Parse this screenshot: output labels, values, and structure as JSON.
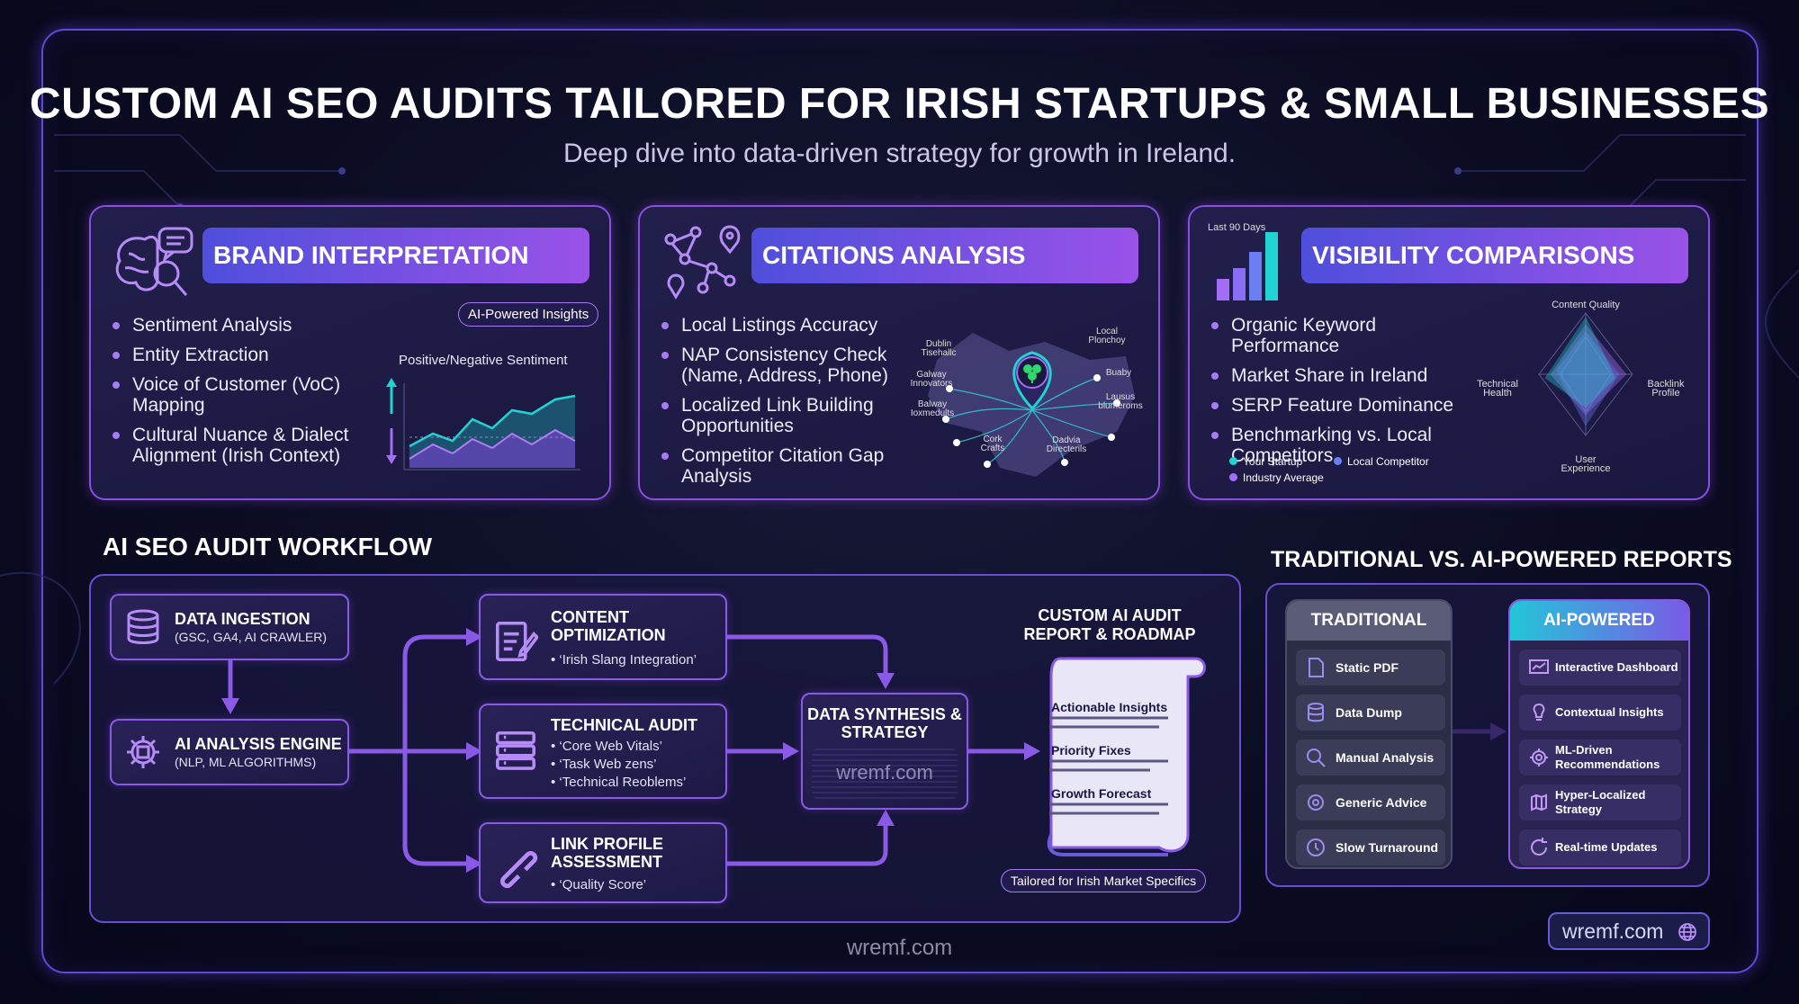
{
  "header": {
    "title": "CUSTOM AI SEO AUDITS TAILORED FOR IRISH STARTUPS & SMALL BUSINESSES",
    "subtitle": "Deep dive into data-driven strategy for growth in Ireland."
  },
  "brand": {
    "title": "BRAND INTERPRETATION",
    "bullets": [
      "Sentiment Analysis",
      "Entity Extraction",
      "Voice of Customer (VoC) Mapping",
      "Cultural Nuance & Dialect Alignment (Irish Context)"
    ],
    "pill": "AI-Powered Insights",
    "chart_label": "Positive/Negative Sentiment"
  },
  "citations": {
    "title": "CITATIONS ANALYSIS",
    "bullets": [
      "Local Listings Accuracy",
      "NAP Consistency Check (Name, Address, Phone)",
      "Localized Link Building Opportunities",
      "Competitor Citation Gap Analysis"
    ],
    "map_labels": [
      "Dublin Tisehallc",
      "Galway Innovators",
      "Balway Ioxmedults",
      "Cork Crafts",
      "Local Plonchoy",
      "Buaby",
      "Lausus blumeroms",
      "Dadvia Directerils"
    ]
  },
  "visibility": {
    "title": "VISIBILITY COMPARISONS",
    "bars_label": "Last 90 Days",
    "bullets": [
      "Organic Keyword Performance",
      "Market Share in Ireland",
      "SERP Feature Dominance",
      "Benchmarking vs. Local Competitors"
    ],
    "radar_axes": [
      "Content Quality",
      "Backlink Profile",
      "User Experience",
      "Technical Health"
    ],
    "legend": [
      "Your Startup",
      "Local Competitor",
      "Industry Average"
    ],
    "colors": {
      "startup": "#22d3d3",
      "competitor": "#6b7ff0",
      "industry": "#a36ef5"
    }
  },
  "workflow": {
    "title": "AI SEO AUDIT WORKFLOW",
    "ingest": {
      "title": "DATA INGESTION",
      "sub": "(GSC, GA4, AI CRAWLER)"
    },
    "engine": {
      "title": "AI ANALYSIS ENGINE",
      "sub": "(NLP, ML ALGORITHMS)"
    },
    "content": {
      "title": "CONTENT OPTIMIZATION",
      "items": [
        "• ‘Irish Slang Integration’"
      ]
    },
    "technical": {
      "title": "TECHNICAL AUDIT",
      "items": [
        "• ‘Core Web Vitals’",
        "• ‘Task Web zens’",
        "• ‘Technical Reoblems’"
      ]
    },
    "link": {
      "title": "LINK PROFILE ASSESSMENT",
      "items": [
        "• ‘Quality Score’"
      ]
    },
    "synthesis": {
      "title": "DATA SYNTHESIS & STRATEGY",
      "watermark": "wremf.com"
    },
    "report": {
      "title": "CUSTOM AI AUDIT REPORT & ROADMAP",
      "sections": [
        "Actionable Insights",
        "Priority Fixes",
        "Growth Forecast"
      ],
      "tag": "Tailored for Irish Market Specifics"
    }
  },
  "comparison": {
    "title": "TRADITIONAL VS. AI-POWERED REPORTS",
    "traditional": {
      "title": "TRADITIONAL",
      "items": [
        "Static PDF",
        "Data Dump",
        "Manual Analysis",
        "Generic Advice",
        "Slow Turnaround"
      ]
    },
    "ai": {
      "title": "AI-POWERED",
      "items": [
        "Interactive Dashboard",
        "Contextual Insights",
        "ML-Driven Recommendations",
        "Hyper-Localized Strategy",
        "Real-time Updates"
      ]
    }
  },
  "footer": {
    "url": "wremf.com",
    "badge": "wremf.com"
  }
}
